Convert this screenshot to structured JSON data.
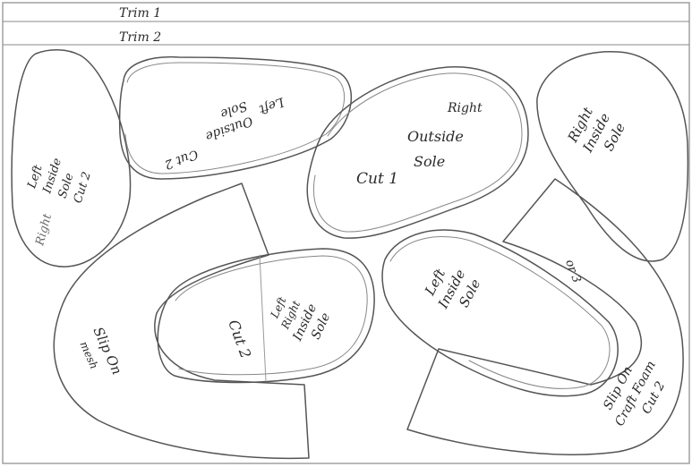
{
  "header": {
    "lines": [
      "Trim 1",
      "Trim 2"
    ]
  },
  "pieces": {
    "left_outside": [
      "Left",
      "Outside",
      "Sole",
      "Cut 2"
    ],
    "right_outside": [
      "Right",
      "Outside",
      "Sole",
      "Cut 1"
    ],
    "right_inside": [
      "Right",
      "Inside",
      "Sole"
    ],
    "left_inside": [
      "Left",
      "Inside",
      "Sole"
    ],
    "left_inside_sideways": [
      "Left",
      "Inside",
      "Sole",
      "Cut 2"
    ],
    "center_inside": [
      "Left",
      "Right",
      "Inside",
      "Sole",
      "Cut 2"
    ],
    "slipon_left": [
      "Slip On",
      "mesh"
    ],
    "slipon_right": [
      "Slip On",
      "Craft Foam",
      "Cut 2",
      "or 3"
    ],
    "right_faint": "Right"
  }
}
